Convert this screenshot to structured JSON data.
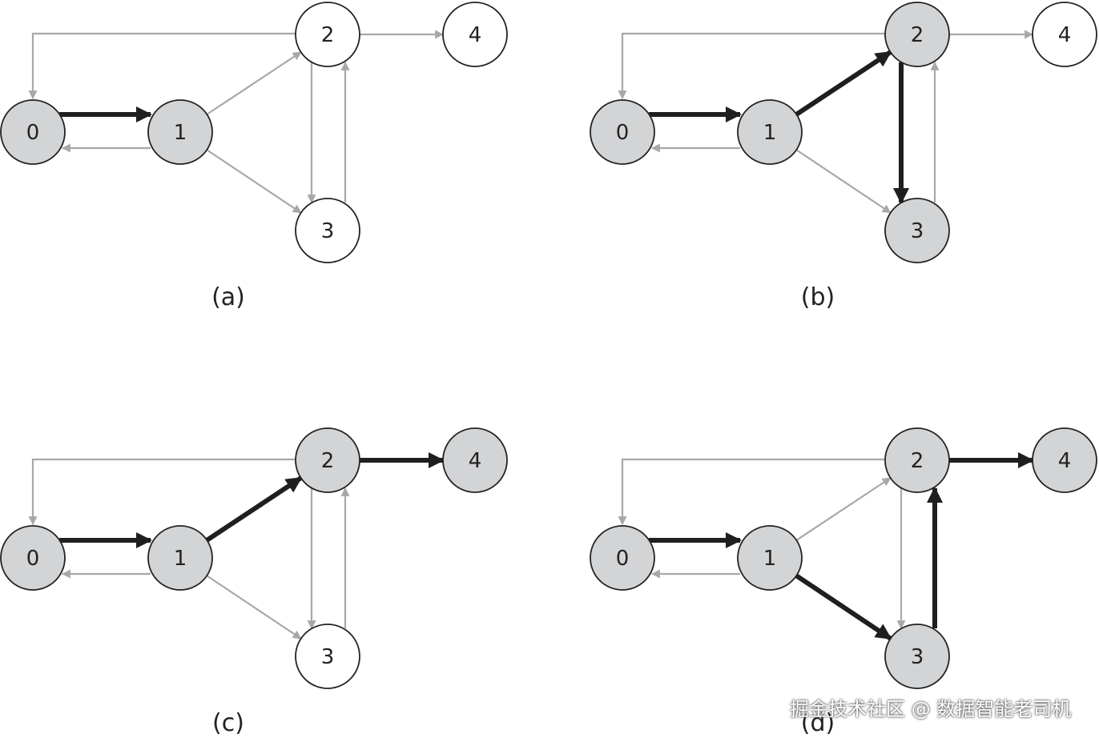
{
  "colors": {
    "visited_fill": "#d3d4d6",
    "unvisited_fill": "#ffffff",
    "node_stroke": "#222222",
    "highlight_edge": "#1f1f1f",
    "normal_edge": "#a8a8a8"
  },
  "panels": [
    {
      "caption": "(a)",
      "nodes": [
        {
          "id": "0",
          "label": "0",
          "visited": true
        },
        {
          "id": "1",
          "label": "1",
          "visited": true
        },
        {
          "id": "2",
          "label": "2",
          "visited": false
        },
        {
          "id": "3",
          "label": "3",
          "visited": false
        },
        {
          "id": "4",
          "label": "4",
          "visited": false
        }
      ],
      "edges": [
        {
          "from": "0",
          "to": "1",
          "highlight": true
        },
        {
          "from": "1",
          "to": "0",
          "highlight": false
        },
        {
          "from": "1",
          "to": "2",
          "highlight": false
        },
        {
          "from": "1",
          "to": "3",
          "highlight": false
        },
        {
          "from": "2",
          "to": "0",
          "highlight": false
        },
        {
          "from": "2",
          "to": "3",
          "highlight": false
        },
        {
          "from": "3",
          "to": "2",
          "highlight": false
        },
        {
          "from": "2",
          "to": "4",
          "highlight": false
        }
      ]
    },
    {
      "caption": "(b)",
      "nodes": [
        {
          "id": "0",
          "label": "0",
          "visited": true
        },
        {
          "id": "1",
          "label": "1",
          "visited": true
        },
        {
          "id": "2",
          "label": "2",
          "visited": true
        },
        {
          "id": "3",
          "label": "3",
          "visited": true
        },
        {
          "id": "4",
          "label": "4",
          "visited": false
        }
      ],
      "edges": [
        {
          "from": "0",
          "to": "1",
          "highlight": true
        },
        {
          "from": "1",
          "to": "0",
          "highlight": false
        },
        {
          "from": "1",
          "to": "2",
          "highlight": true
        },
        {
          "from": "1",
          "to": "3",
          "highlight": false
        },
        {
          "from": "2",
          "to": "0",
          "highlight": false
        },
        {
          "from": "2",
          "to": "3",
          "highlight": true
        },
        {
          "from": "3",
          "to": "2",
          "highlight": false
        },
        {
          "from": "2",
          "to": "4",
          "highlight": false
        }
      ]
    },
    {
      "caption": "(c)",
      "nodes": [
        {
          "id": "0",
          "label": "0",
          "visited": true
        },
        {
          "id": "1",
          "label": "1",
          "visited": true
        },
        {
          "id": "2",
          "label": "2",
          "visited": true
        },
        {
          "id": "3",
          "label": "3",
          "visited": false
        },
        {
          "id": "4",
          "label": "4",
          "visited": true
        }
      ],
      "edges": [
        {
          "from": "0",
          "to": "1",
          "highlight": true
        },
        {
          "from": "1",
          "to": "0",
          "highlight": false
        },
        {
          "from": "1",
          "to": "2",
          "highlight": true
        },
        {
          "from": "1",
          "to": "3",
          "highlight": false
        },
        {
          "from": "2",
          "to": "0",
          "highlight": false
        },
        {
          "from": "2",
          "to": "3",
          "highlight": false
        },
        {
          "from": "3",
          "to": "2",
          "highlight": false
        },
        {
          "from": "2",
          "to": "4",
          "highlight": true
        }
      ]
    },
    {
      "caption": "(d)",
      "nodes": [
        {
          "id": "0",
          "label": "0",
          "visited": true
        },
        {
          "id": "1",
          "label": "1",
          "visited": true
        },
        {
          "id": "2",
          "label": "2",
          "visited": true
        },
        {
          "id": "3",
          "label": "3",
          "visited": true
        },
        {
          "id": "4",
          "label": "4",
          "visited": true
        }
      ],
      "edges": [
        {
          "from": "0",
          "to": "1",
          "highlight": true
        },
        {
          "from": "1",
          "to": "0",
          "highlight": false
        },
        {
          "from": "1",
          "to": "2",
          "highlight": false
        },
        {
          "from": "1",
          "to": "3",
          "highlight": true
        },
        {
          "from": "2",
          "to": "0",
          "highlight": false
        },
        {
          "from": "2",
          "to": "3",
          "highlight": false
        },
        {
          "from": "3",
          "to": "2",
          "highlight": true
        },
        {
          "from": "2",
          "to": "4",
          "highlight": true
        }
      ]
    }
  ],
  "watermark": "掘金技术社区 @ 数据智能老司机"
}
